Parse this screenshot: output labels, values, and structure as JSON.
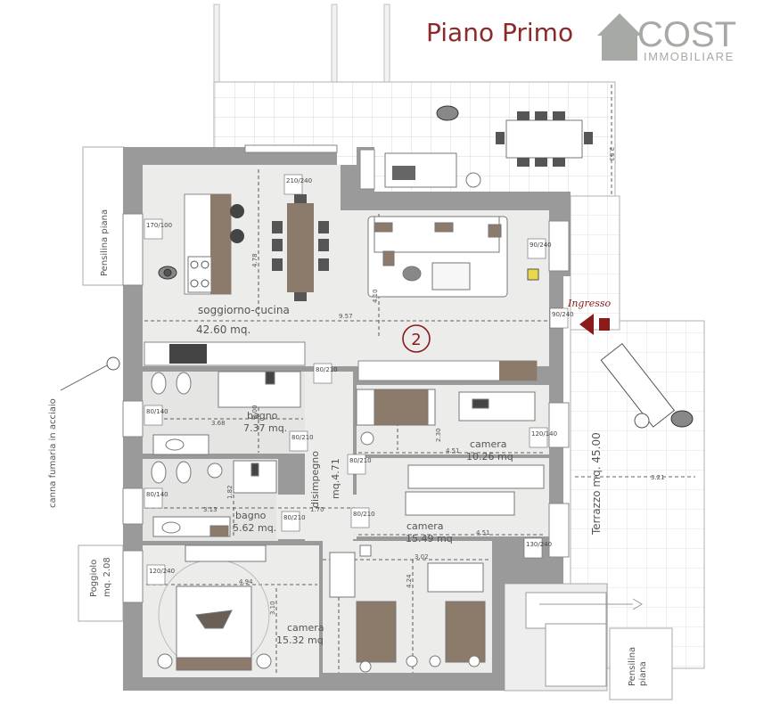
{
  "title": "Piano Primo",
  "logo": {
    "brand": "COST",
    "sub": "IMMOBILIARE"
  },
  "unit_number": "2",
  "entrance": "Ingresso",
  "colors": {
    "title": "#8b2a2a",
    "wall": "#9a9a9a",
    "floor_living": "#ececea",
    "floor_wet": "#e5e6e4",
    "terrace_tile": "#dadada",
    "marker": "#8b1a1a",
    "wood": "#8c7a6b",
    "logo": "#a7aaa4"
  },
  "rooms": {
    "living": {
      "name": "soggiorno-cucina",
      "area": "42.60 mq."
    },
    "bath1": {
      "name": "bagno",
      "area": "7.37 mq."
    },
    "bath2": {
      "name": "bagno",
      "area": "5.62 mq."
    },
    "hall": {
      "name": "disimpegno",
      "area": "mq.4.71"
    },
    "camera_1": {
      "name": "camera",
      "area": "10.26 mq"
    },
    "camera_2": {
      "name": "camera",
      "area": "15.49 mq"
    },
    "camera_3": {
      "name": "camera",
      "area": "15.32 mq"
    },
    "terrace": "Terrazzo mq. 45.00",
    "poggiolo": {
      "name": "Poggiolo",
      "area": "mq. 2.08"
    },
    "pensilina_left": "Pensilina piana",
    "pensilina_right_1": "Pensilina",
    "pensilina_right_2": "piana",
    "canna": "canna fumaria in acciaio"
  },
  "openings": [
    "210/240",
    "170/100",
    "90/240",
    "90/240",
    "80/210",
    "80/140",
    "80/210",
    "120/140",
    "80/210",
    "80/140",
    "80/210",
    "80/210",
    "130/240",
    "120/240"
  ],
  "dimensions": [
    "9.57",
    "4.78",
    "4.10",
    "3.68",
    "2.00",
    "2.30",
    "4.51",
    "3.13",
    "1.70",
    "1.82",
    "4.51",
    "3.02",
    "4.94",
    "3.10",
    "4.24",
    "3.21",
    "2.53"
  ]
}
